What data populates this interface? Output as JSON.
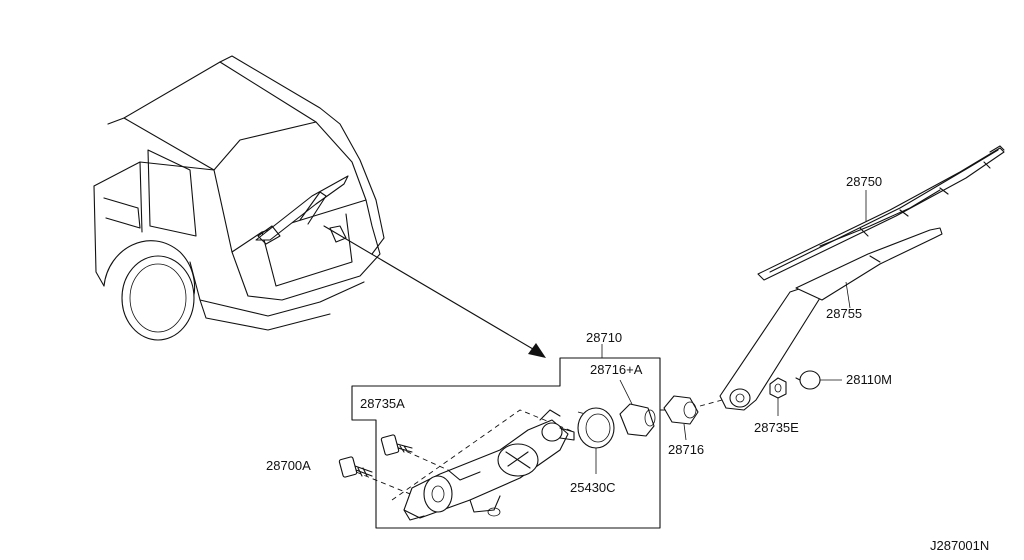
{
  "parts": {
    "p28710": "28710",
    "p28716A": "28716+A",
    "p28735A": "28735A",
    "p28700A": "28700A",
    "p25430C": "25430C",
    "p28716": "28716",
    "p28735E": "28735E",
    "p28110M": "28110M",
    "p28750": "28750",
    "p28755": "28755"
  },
  "diagram_code": "J287001N"
}
